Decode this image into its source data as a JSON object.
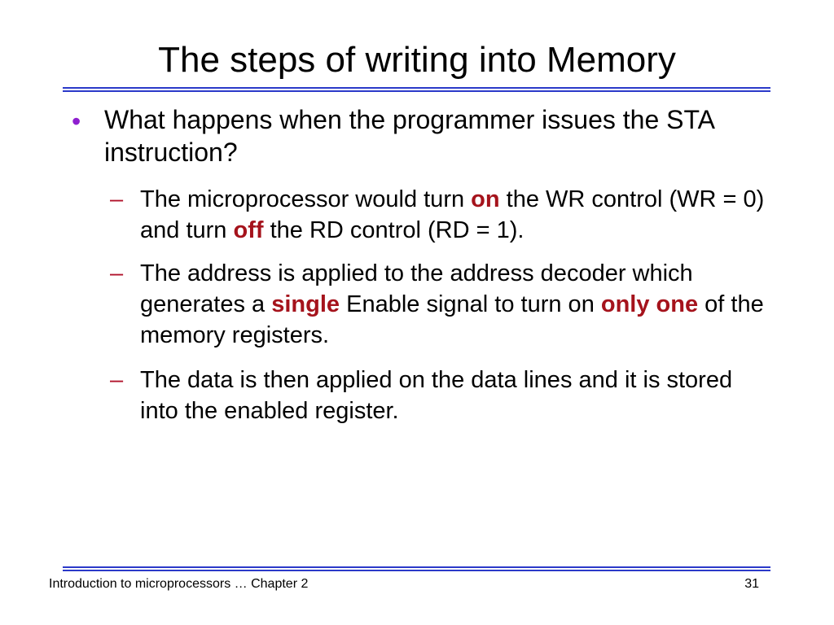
{
  "slide": {
    "title": "The steps of writing into Memory",
    "bullets": [
      {
        "text": "What happens when the programmer issues the STA instruction?"
      }
    ],
    "subbullets": [
      {
        "parts": [
          "The microprocessor would turn ",
          "on",
          " the WR control (WR = 0) and turn ",
          "off",
          " the RD control (RD = 1)."
        ]
      },
      {
        "parts": [
          "The address is applied to the address decoder which generates a ",
          "single",
          " Enable signal to turn on ",
          "only one",
          " of the memory registers."
        ]
      },
      {
        "parts": [
          "The data is then applied on the data lines and it is stored into the enabled register."
        ]
      }
    ],
    "bullet_symbol": "•",
    "subbullet_symbol": "–"
  },
  "footer": {
    "left": "Introduction to microprocessors … Chapter 2",
    "page_number": "31"
  },
  "colors": {
    "rule": "#2b39c9",
    "bullet": "#8e1fcf",
    "dash": "#b0122a",
    "highlight": "#a5131c"
  }
}
